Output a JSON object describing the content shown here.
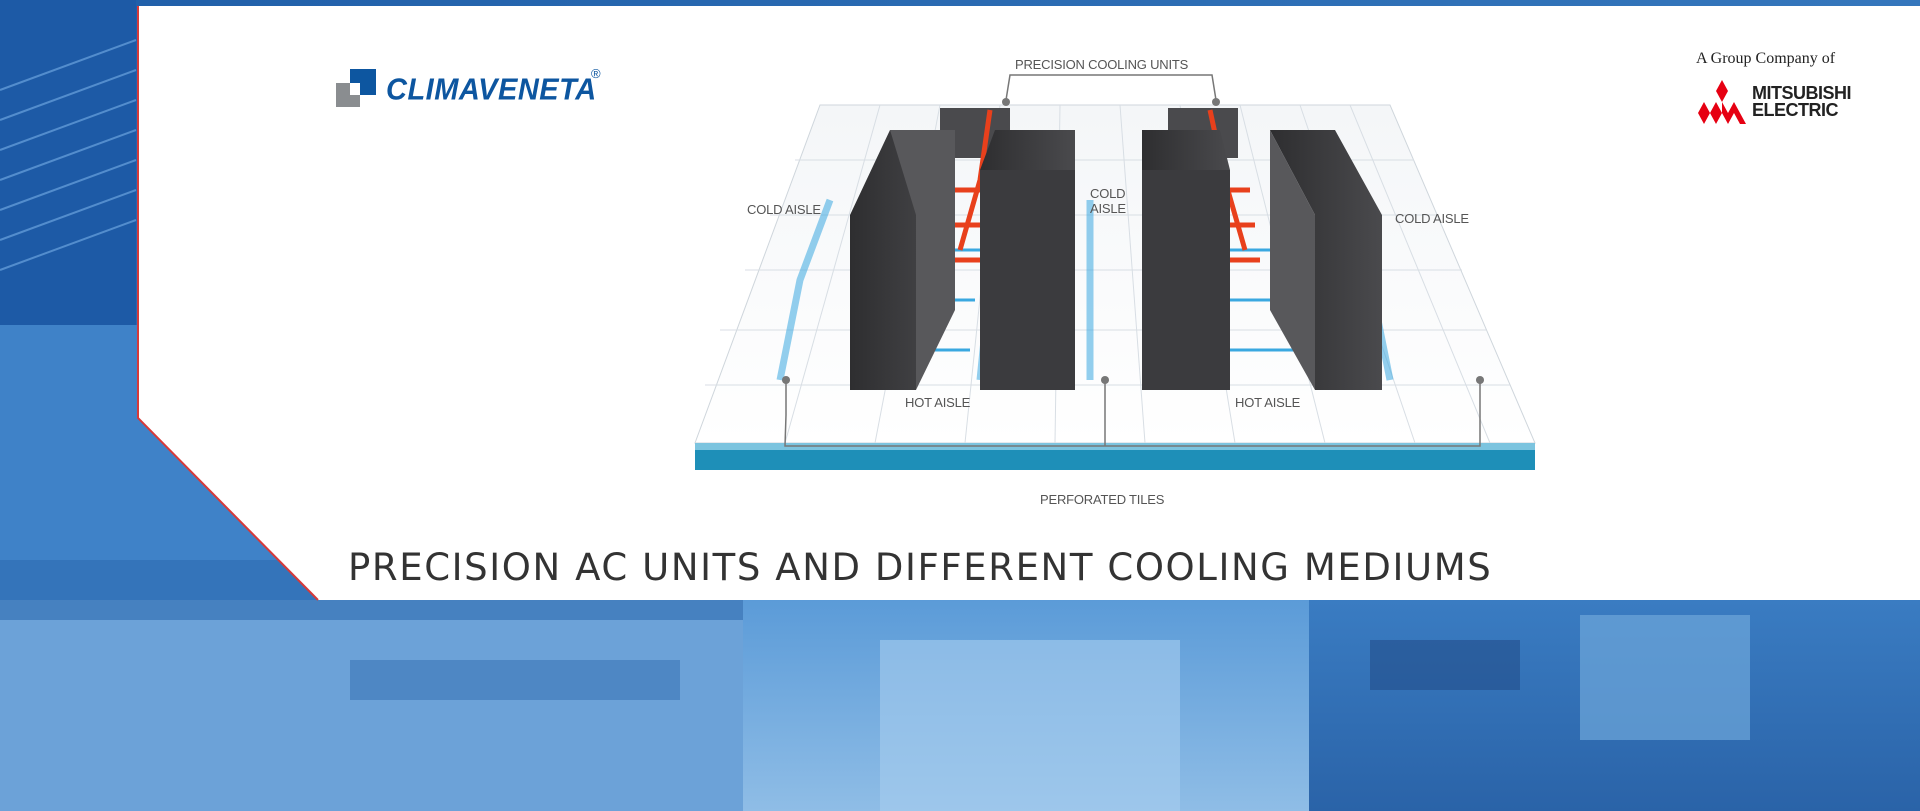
{
  "brand": {
    "logo_icon": "climaveneta-logo-icon",
    "name": "CLIMAVENETA",
    "registered": "®",
    "color": "#0d56a0"
  },
  "partner": {
    "tagline": "A Group Company of",
    "logo_icon": "mitsubishi-diamonds-icon",
    "name_line1": "MITSUBISHI",
    "name_line2": "ELECTRIC",
    "color": "#e60012"
  },
  "diagram": {
    "labels": {
      "top": "PRECISION COOLING UNITS",
      "cold_left": "COLD AISLE",
      "cold_center_1": "COLD",
      "cold_center_2": "AISLE",
      "cold_right": "COLD AISLE",
      "hot_left": "HOT AISLE",
      "hot_right": "HOT AISLE",
      "bottom": "PERFORATED TILES"
    },
    "colors": {
      "cold": "#3aa8e0",
      "hot": "#e8401c",
      "rack": "#3d3d3f",
      "floor_edge": "#1e8fb8"
    }
  },
  "caption": {
    "text": "PRECISION AC UNITS AND DIFFERENT COOLING MEDIUMS",
    "accent": "#d63a3a"
  }
}
